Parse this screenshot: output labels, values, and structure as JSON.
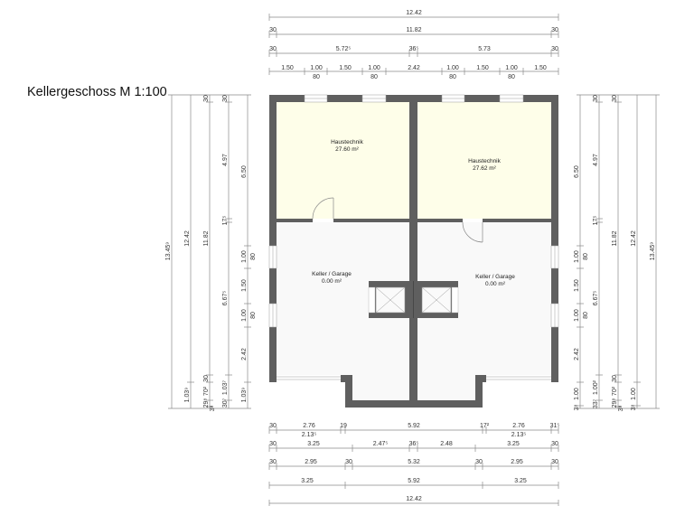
{
  "title": "Kellergeschoss M 1:100",
  "colors": {
    "wall": "#5f5f5f",
    "room_yellow": "#fefee9",
    "room_grey": "#f9f9f9",
    "dim_line": "#8a8a8a",
    "text": "#333333"
  },
  "rooms": [
    {
      "name": "Haustechnik",
      "area": "27.60 m²"
    },
    {
      "name": "Haustechnik",
      "area": "27.62 m²"
    },
    {
      "name": "Keller / Garage",
      "area": "0.00 m²"
    },
    {
      "name": "Keller / Garage",
      "area": "0.00 m²"
    }
  ],
  "dimensions": {
    "top": {
      "row1": [
        "12.42"
      ],
      "row2": [
        "30",
        "11.82",
        "30"
      ],
      "row3": [
        "30",
        "5.72⁵",
        "36⁵",
        "5.73",
        "30"
      ],
      "row4": [
        "1.50",
        "1.00",
        "1.50",
        "1.00",
        "2.42",
        "1.00",
        "1.50",
        "1.00",
        "1.50"
      ],
      "row4_sub": [
        "80",
        "80",
        "80",
        "80"
      ]
    },
    "bottom": {
      "row1": [
        "30",
        "2.76",
        "19",
        "5.92",
        "17²",
        "2.76",
        "31⁵"
      ],
      "row1_sub": [
        "2.13⁵",
        "2.13⁵"
      ],
      "row2": [
        "30",
        "3.25",
        "2.47⁵",
        "36⁵",
        "2.48",
        "3.25",
        "30"
      ],
      "row3": [
        "30",
        "2.95",
        "30",
        "5.32",
        "30",
        "2.95",
        "30"
      ],
      "row4": [
        "3.25",
        "5.92",
        "3.25"
      ],
      "row5": [
        "12.42"
      ]
    },
    "left": {
      "col1": [
        "13.45⁹"
      ],
      "col2": [
        "12.42",
        "1.03⁹"
      ],
      "col3": [
        "30",
        "11.82",
        "30",
        "70²",
        "29⁸",
        "3⁸"
      ],
      "col4": [
        "30",
        "4.97",
        "17⁵",
        "6.67⁵",
        "1.03⁷",
        "30⁷"
      ],
      "col5": [
        "6.50",
        "1.00",
        "80",
        "1.50",
        "1.00",
        "80",
        "2.42",
        "1.03⁹"
      ]
    },
    "right": {
      "col1": [
        "6.50",
        "1.00",
        "80",
        "1.50",
        "1.00",
        "80",
        "2.42",
        "1.00",
        "3⁸"
      ],
      "col2": [
        "30",
        "4.97",
        "17⁵",
        "6.67⁵",
        "1.00²",
        "33⁷"
      ],
      "col3": [
        "30",
        "11.82",
        "30",
        "70²",
        "29⁸",
        "3⁸"
      ],
      "col4": [
        "12.42",
        "1.00",
        "3⁸"
      ],
      "col5": [
        "13.45⁹"
      ]
    }
  }
}
